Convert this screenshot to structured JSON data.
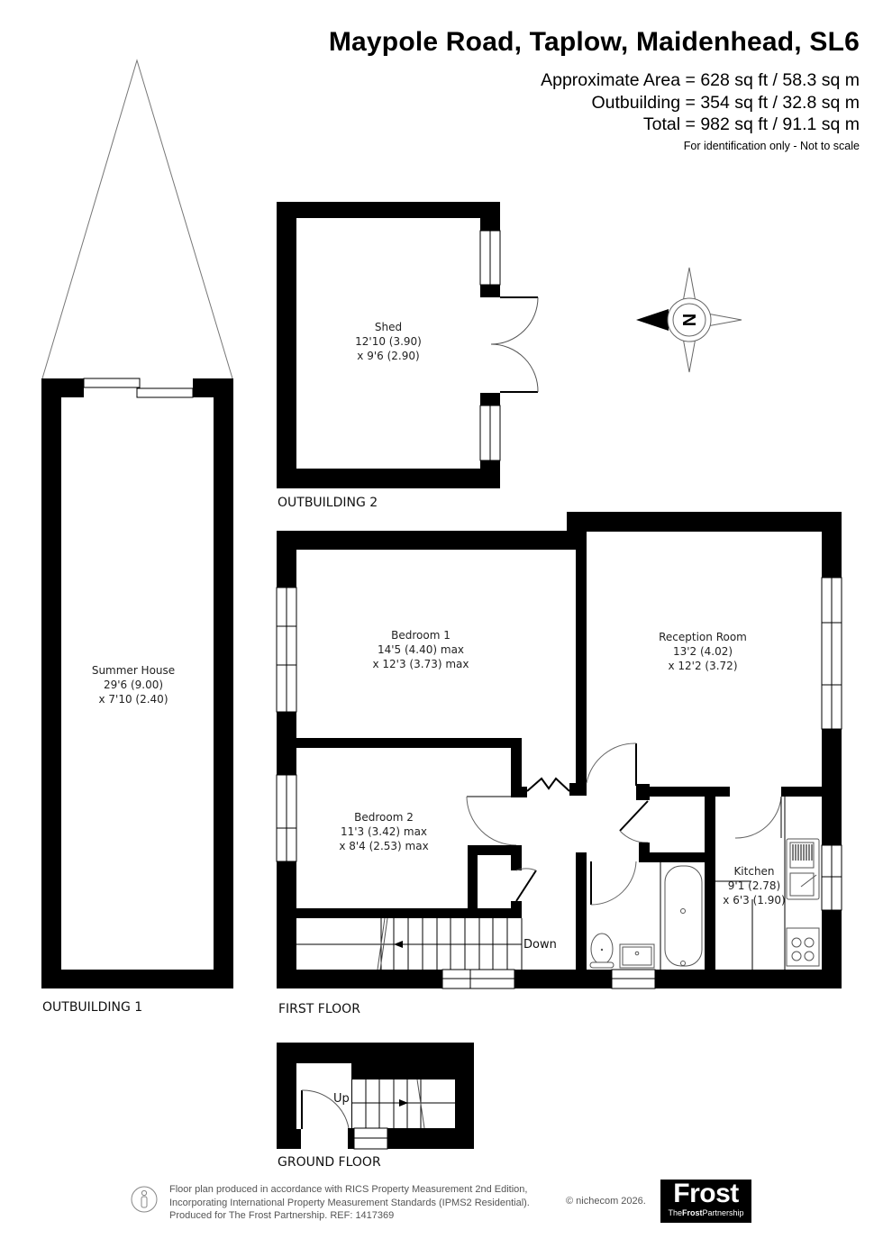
{
  "header": {
    "title": "Maypole Road, Taplow, Maidenhead, SL6",
    "approx_area": "Approximate Area = 628 sq ft / 58.3 sq m",
    "outbuilding_area": "Outbuilding = 354 sq ft / 32.8 sq m",
    "total_area": "Total = 982 sq ft / 91.1 sq m",
    "disclaimer": "For identification only - Not to scale"
  },
  "compass": {
    "icon": "compass-north-icon",
    "letter": "N",
    "pointing": "left"
  },
  "floors": {
    "outbuilding_1": {
      "label": "OUTBUILDING 1",
      "rooms": [
        {
          "name": "Summer House",
          "dim1": "29'6 (9.00)",
          "dim2": "x 7'10 (2.40)"
        }
      ]
    },
    "outbuilding_2": {
      "label": "OUTBUILDING 2",
      "rooms": [
        {
          "name": "Shed",
          "dim1": "12'10 (3.90)",
          "dim2": "x 9'6 (2.90)"
        }
      ]
    },
    "first_floor": {
      "label": "FIRST FLOOR",
      "rooms": [
        {
          "name": "Bedroom 1",
          "dim1": "14'5 (4.40) max",
          "dim2": "x 12'3 (3.73) max"
        },
        {
          "name": "Reception Room",
          "dim1": "13'2 (4.02)",
          "dim2": "x 12'2 (3.72)"
        },
        {
          "name": "Bedroom 2",
          "dim1": "11'3 (3.42) max",
          "dim2": "x 8'4 (2.53) max"
        },
        {
          "name": "Kitchen",
          "dim1": "9'1 (2.78)",
          "dim2": "x 6'3 (1.90)"
        }
      ],
      "stairs_label": "Down"
    },
    "ground_floor": {
      "label": "GROUND FLOOR",
      "stairs_label": "Up"
    }
  },
  "footer": {
    "line1": "Floor plan produced in accordance with RICS Property Measurement 2nd Edition,",
    "line2": "Incorporating International Property Measurement Standards (IPMS2 Residential).",
    "line3": "Produced for The Frost Partnership.   REF:  1417369",
    "copyright": "© nichecom 2026.",
    "icon": "person-icon"
  },
  "logo": {
    "main": "Frost",
    "sub_prefix": "The",
    "sub_bold": "Frost",
    "sub_suffix": "Partnership"
  },
  "colors": {
    "wall": "#000000",
    "background": "#ffffff",
    "fixture_line": "#555555",
    "footer_text": "#555555"
  }
}
